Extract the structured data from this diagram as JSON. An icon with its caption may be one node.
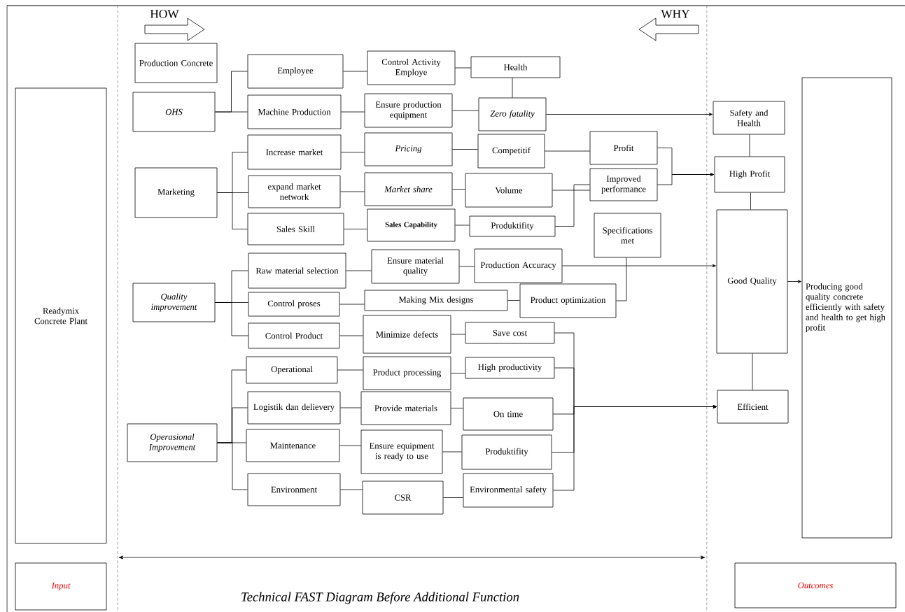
{
  "diagram": {
    "caption": "Technical FAST Diagram Before Additional Function",
    "nodes": [
      {
        "text": [
          "Readymix Concrete Plant"
        ]
      },
      {
        "text": [
          "Input"
        ]
      },
      {
        "text": [
          "Production Concrete"
        ]
      },
      {
        "text": [
          "OHS"
        ]
      },
      {
        "text": [
          "Marketing"
        ]
      },
      {
        "text": [
          "Quality improvement"
        ]
      },
      {
        "text": [
          "Operasional Improvement"
        ]
      },
      {
        "text": [
          "Employee"
        ]
      },
      {
        "text": [
          "Machine Production"
        ]
      },
      {
        "text": [
          "Increase market"
        ]
      },
      {
        "text": [
          "expand market network"
        ]
      },
      {
        "text": [
          "Sales Skill"
        ]
      },
      {
        "text": [
          "Raw material selection"
        ]
      },
      {
        "text": [
          "Control proses"
        ]
      },
      {
        "text": [
          "Control Product"
        ]
      },
      {
        "text": [
          "Operational"
        ]
      },
      {
        "text": [
          "Logistik dan delievery"
        ]
      },
      {
        "text": [
          "Maintenance"
        ]
      },
      {
        "text": [
          "Environment"
        ]
      },
      {
        "text": [
          "Control Activity Employe"
        ]
      },
      {
        "text": [
          "Ensure production equipment"
        ]
      },
      {
        "text": [
          "Pricing"
        ]
      },
      {
        "text": [
          "Market share"
        ]
      },
      {
        "text": [
          "Sales Capability"
        ]
      },
      {
        "text": [
          "Ensure material quality"
        ]
      },
      {
        "text": [
          "Making Mix designs"
        ]
      },
      {
        "text": [
          "Minimize defects"
        ]
      },
      {
        "text": [
          "Product processing"
        ]
      },
      {
        "text": [
          "Provide materials"
        ]
      },
      {
        "text": [
          "Ensure equipment is ready to use"
        ]
      },
      {
        "text": [
          "CSR"
        ]
      },
      {
        "text": [
          "Health"
        ]
      },
      {
        "text": [
          "Zero fatality"
        ]
      },
      {
        "text": [
          "Competitif"
        ]
      },
      {
        "text": [
          "Volume"
        ]
      },
      {
        "text": [
          "Produktifity"
        ]
      },
      {
        "text": [
          "Production Accuracy"
        ]
      },
      {
        "text": [
          "Product optimization"
        ]
      },
      {
        "text": [
          "Save cost"
        ]
      },
      {
        "text": [
          "High productivity"
        ]
      },
      {
        "text": [
          "On time"
        ]
      },
      {
        "text": [
          "Produktifity"
        ]
      },
      {
        "text": [
          "Environmental safety"
        ]
      },
      {
        "text": [
          "Profit"
        ]
      },
      {
        "text": [
          "Improved performance"
        ]
      },
      {
        "text": [
          "Specifications met"
        ]
      },
      {
        "text": [
          "Safety and Health"
        ]
      },
      {
        "text": [
          "High Profit"
        ]
      },
      {
        "text": [
          "Good Quality"
        ]
      },
      {
        "text": [
          "Efficient"
        ]
      },
      {
        "text": [
          "Producing good quality concrete efficiently with safety and health to get high profit"
        ]
      },
      {
        "text": [
          "Outcomes"
        ]
      }
    ],
    "edges": [
      {
        "from": 3,
        "to": 7,
        "arrow": "none"
      },
      {
        "from": 3,
        "to": 8,
        "arrow": "none"
      },
      {
        "from": 7,
        "to": 19,
        "arrow": "none"
      },
      {
        "from": 19,
        "to": 31,
        "arrow": "none"
      },
      {
        "from": 31,
        "to": 32,
        "arrow": "none"
      },
      {
        "from": 8,
        "to": 20,
        "arrow": "none"
      },
      {
        "from": 20,
        "to": 32,
        "arrow": "none"
      },
      {
        "from": 32,
        "to": 46,
        "arrow": "to"
      },
      {
        "from": 4,
        "to": 9,
        "arrow": "none"
      },
      {
        "from": 4,
        "to": 10,
        "arrow": "none"
      },
      {
        "from": 4,
        "to": 11,
        "arrow": "none"
      },
      {
        "from": 9,
        "to": 21,
        "arrow": "none"
      },
      {
        "from": 21,
        "to": 33,
        "arrow": "none"
      },
      {
        "from": 33,
        "to": 43,
        "arrow": "none"
      },
      {
        "from": 10,
        "to": 22,
        "arrow": "none"
      },
      {
        "from": 22,
        "to": 34,
        "arrow": "none"
      },
      {
        "from": 34,
        "to": 44,
        "arrow": "none"
      },
      {
        "from": 11,
        "to": 23,
        "arrow": "none"
      },
      {
        "from": 23,
        "to": 35,
        "arrow": "none"
      },
      {
        "from": 35,
        "to": 44,
        "arrow": "none"
      },
      {
        "from": 43,
        "to": 47,
        "arrow": "to"
      },
      {
        "from": 44,
        "to": 47,
        "arrow": "to"
      },
      {
        "from": 5,
        "to": 12,
        "arrow": "none"
      },
      {
        "from": 5,
        "to": 13,
        "arrow": "none"
      },
      {
        "from": 5,
        "to": 14,
        "arrow": "none"
      },
      {
        "from": 12,
        "to": 24,
        "arrow": "none"
      },
      {
        "from": 24,
        "to": 36,
        "arrow": "none"
      },
      {
        "from": 36,
        "to": 48,
        "arrow": "to"
      },
      {
        "from": 13,
        "to": 25,
        "arrow": "none"
      },
      {
        "from": 25,
        "to": 37,
        "arrow": "none"
      },
      {
        "from": 37,
        "to": 45,
        "arrow": "none"
      },
      {
        "from": 14,
        "to": 26,
        "arrow": "none"
      },
      {
        "from": 26,
        "to": 38,
        "arrow": "none"
      },
      {
        "from": 6,
        "to": 15,
        "arrow": "none"
      },
      {
        "from": 6,
        "to": 16,
        "arrow": "none"
      },
      {
        "from": 6,
        "to": 17,
        "arrow": "none"
      },
      {
        "from": 6,
        "to": 18,
        "arrow": "none"
      },
      {
        "from": 15,
        "to": 27,
        "arrow": "none"
      },
      {
        "from": 27,
        "to": 39,
        "arrow": "none"
      },
      {
        "from": 16,
        "to": 28,
        "arrow": "none"
      },
      {
        "from": 28,
        "to": 40,
        "arrow": "none"
      },
      {
        "from": 17,
        "to": 29,
        "arrow": "none"
      },
      {
        "from": 29,
        "to": 41,
        "arrow": "none"
      },
      {
        "from": 18,
        "to": 30,
        "arrow": "none"
      },
      {
        "from": 30,
        "to": 42,
        "arrow": "none"
      },
      {
        "from": 38,
        "to": 49,
        "arrow": "to"
      },
      {
        "from": 39,
        "to": 49,
        "arrow": "to"
      },
      {
        "from": 40,
        "to": 49,
        "arrow": "to"
      },
      {
        "from": 41,
        "to": 49,
        "arrow": "to"
      },
      {
        "from": 42,
        "to": 49,
        "arrow": "to"
      },
      {
        "from": 46,
        "to": 47,
        "arrow": "none"
      },
      {
        "from": 47,
        "to": 48,
        "arrow": "none"
      },
      {
        "from": 48,
        "to": 49,
        "arrow": "none"
      },
      {
        "from": 48,
        "to": 50,
        "arrow": "to"
      }
    ],
    "labels": [
      "HOW",
      "WHY"
    ]
  }
}
